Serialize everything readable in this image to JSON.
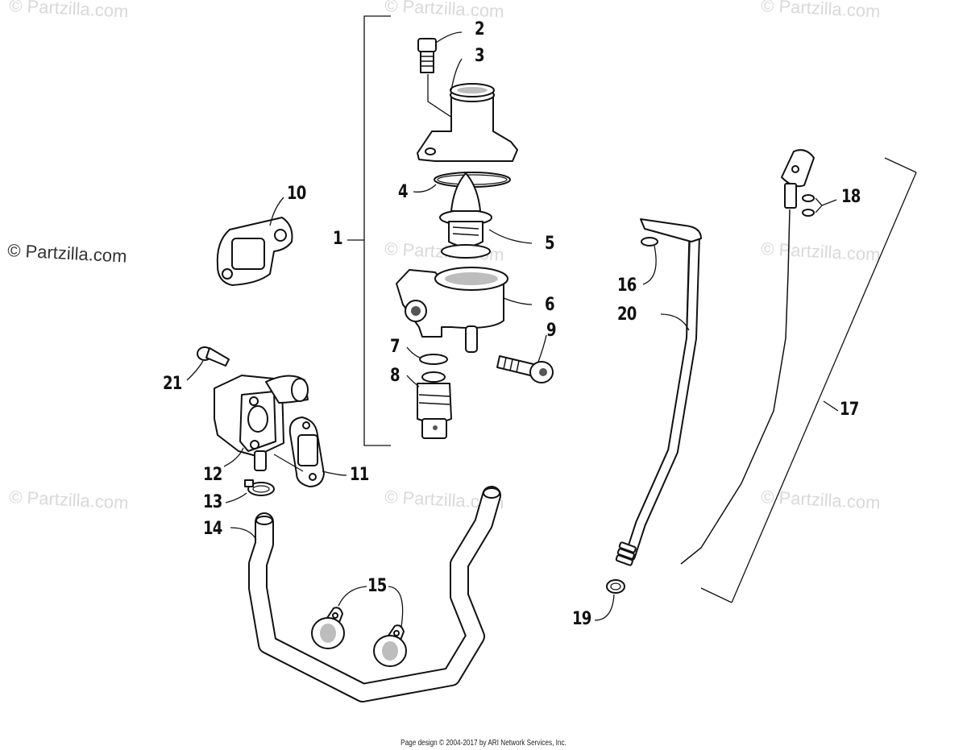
{
  "watermark": {
    "text": "© Partzilla.com"
  },
  "callouts": {
    "c1": "1",
    "c2": "2",
    "c3": "3",
    "c4": "4",
    "c5": "5",
    "c6": "6",
    "c7": "7",
    "c8": "8",
    "c9": "9",
    "c10": "10",
    "c11": "11",
    "c12": "12",
    "c13": "13",
    "c14": "14",
    "c15": "15",
    "c16": "16",
    "c17": "17",
    "c18": "18",
    "c19": "19",
    "c20": "20",
    "c21": "21"
  },
  "footer": {
    "text": "Page design © 2004-2017 by ARI Network Services, Inc."
  },
  "colors": {
    "ink": "#111111",
    "watermark": "#d9d9d9",
    "background": "#ffffff"
  }
}
